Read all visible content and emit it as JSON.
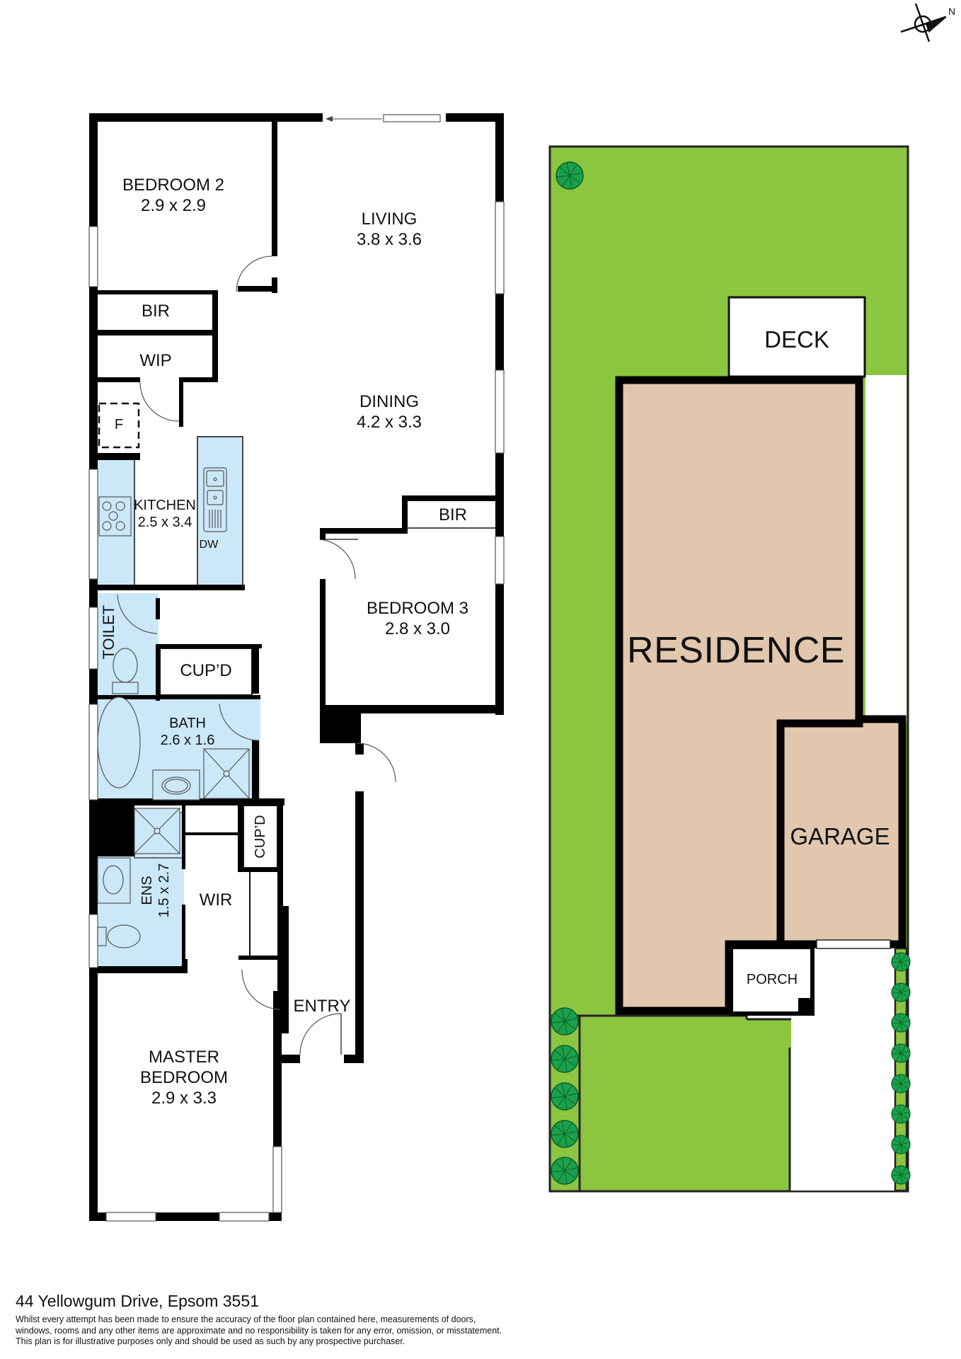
{
  "floor_plan": {
    "rooms": [
      {
        "id": "bedroom2",
        "name": "BEDROOM 2",
        "size": "2.9 x 2.9"
      },
      {
        "id": "living",
        "name": "LIVING",
        "size": "3.8 x 3.6"
      },
      {
        "id": "bir1",
        "name": "BIR"
      },
      {
        "id": "wip",
        "name": "WIP"
      },
      {
        "id": "fridge",
        "name": "F"
      },
      {
        "id": "dining",
        "name": "DINING",
        "size": "4.2 x 3.3"
      },
      {
        "id": "kitchen",
        "name": "KITCHEN",
        "size": "2.5 x 3.4"
      },
      {
        "id": "dw",
        "name": "DW"
      },
      {
        "id": "bir2",
        "name": "BIR"
      },
      {
        "id": "bedroom3",
        "name": "BEDROOM 3",
        "size": "2.8 x 3.0"
      },
      {
        "id": "toilet",
        "name": "TOILET"
      },
      {
        "id": "cupd1",
        "name": "CUP’D"
      },
      {
        "id": "bath",
        "name": "BATH",
        "size": "2.6 x 1.6"
      },
      {
        "id": "cupd2",
        "name": "CUP’D"
      },
      {
        "id": "ens",
        "name": "ENS",
        "size": "1.5 x 2.7"
      },
      {
        "id": "wir",
        "name": "WIR"
      },
      {
        "id": "entry",
        "name": "ENTRY"
      },
      {
        "id": "master",
        "name": "MASTER",
        "name2": "BEDROOM",
        "size": "2.9 x 3.3"
      }
    ]
  },
  "site_plan": {
    "deck": "DECK",
    "residence": "RESIDENCE",
    "garage": "GARAGE",
    "porch": "PORCH"
  },
  "compass": {
    "label": "N",
    "icon": "north-arrow-icon"
  },
  "colors": {
    "wall": "#000000",
    "wet_area": "#cbe8f8",
    "lawn": "#8cc540",
    "tree": "#1aa14a",
    "building": "#e1c7ae"
  },
  "footer": {
    "address": "44 Yellowgum Drive, Epsom 3551",
    "disclaimer": [
      "Whilst every attempt has been made to ensure the accuracy of the floor plan contained here, measurements of doors,",
      "windows, rooms and any other items are approximate and no responsibility is taken for any error, omission, or misstatement.",
      "This plan is for illustrative purposes only and should be used as such by any prospective purchaser."
    ]
  }
}
